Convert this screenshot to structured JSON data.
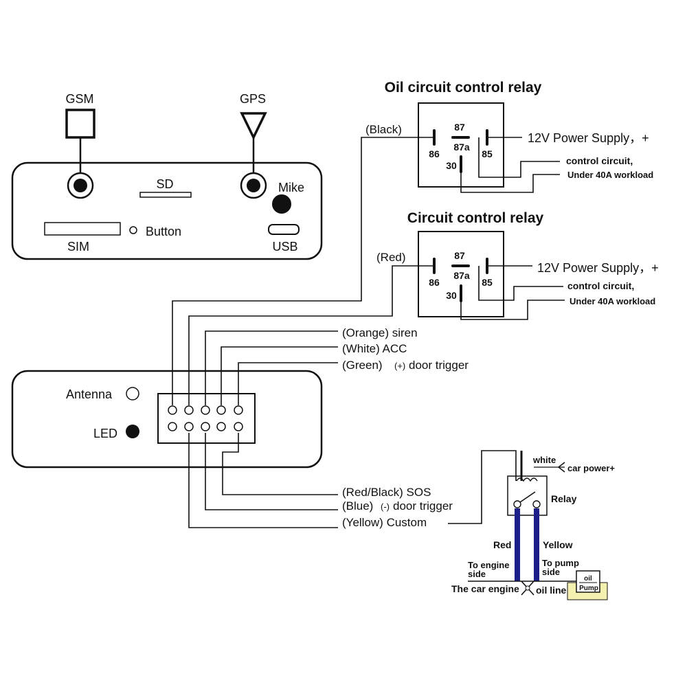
{
  "top_device": {
    "gsm": "GSM",
    "gps": "GPS",
    "sd": "SD",
    "mike": "Mike",
    "sim": "SIM",
    "button": "Button",
    "usb": "USB"
  },
  "oil_relay": {
    "title": "Oil circuit control relay",
    "wire_label": "(Black)",
    "pin86": "86",
    "pin87": "87",
    "pin87a": "87a",
    "pin85": "85",
    "pin30": "30",
    "power": "12V Power Supply，+",
    "control": "control circuit,",
    "workload": "Under 40A workload"
  },
  "circuit_relay": {
    "title": "Circuit control relay",
    "wire_label": "(Red)",
    "pin86": "86",
    "pin87": "87",
    "pin87a": "87a",
    "pin85": "85",
    "pin30": "30",
    "power": "12V Power Supply，+",
    "control": "control circuit,",
    "workload": "Under 40A workload"
  },
  "wires": {
    "orange": "(Orange) siren",
    "white": "(White) ACC",
    "green": "(Green)",
    "green_sign": "(+)",
    "green_rest": "door trigger",
    "redblack": "(Red/Black) SOS",
    "blue": "(Blue)",
    "blue_sign": "(-)",
    "blue_rest": "door trigger",
    "yellow": "(Yellow) Custom"
  },
  "bottom_device": {
    "antenna": "Antenna",
    "led": "LED"
  },
  "pump_inset": {
    "white": "white",
    "car_power": "car power+",
    "relay": "Relay",
    "red": "Red",
    "yellow": "Yellow",
    "engine_side_1": "To engine",
    "engine_side_2": "side",
    "pump_side_1": "To pump",
    "pump_side_2": "side",
    "car_engine": "The car engine",
    "oil_line": "oil line",
    "oil": "oil",
    "pump": "Pump"
  },
  "colors": {
    "ink": "#111111",
    "wire_blue": "#1c1f8a",
    "pump_fill": "#f3f0b0"
  }
}
